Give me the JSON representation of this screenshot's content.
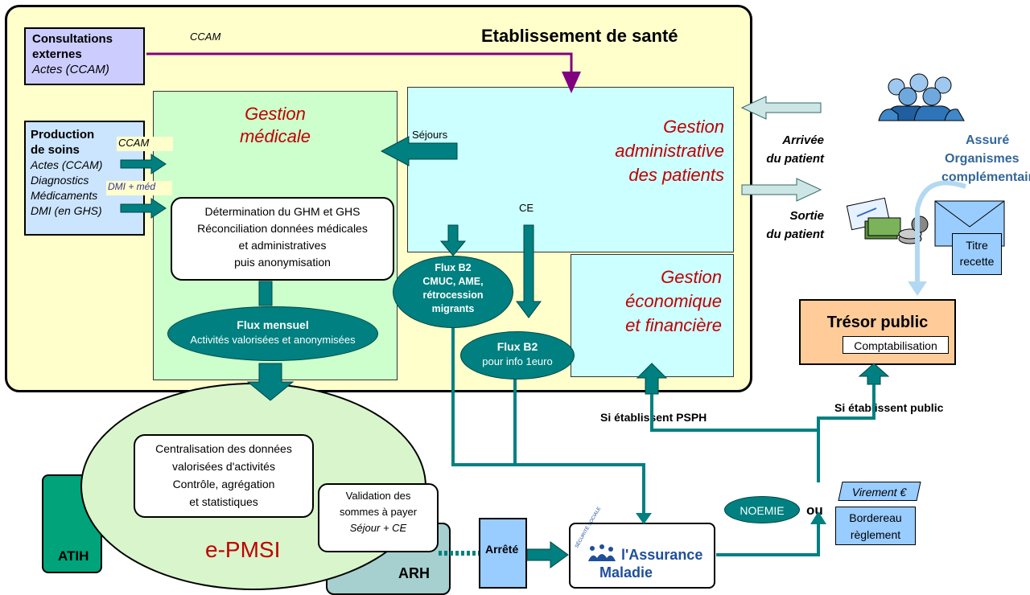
{
  "colors": {
    "establishment_bg": "#ffffcc",
    "medical_bg": "#ccffcc",
    "admin_bg": "#ccffff",
    "extern_bg": "#ccccff",
    "production_bg": "#cce5ff",
    "teal": "#008080",
    "dark_teal": "#006666",
    "title_red": "#c00000",
    "purple": "#800080",
    "tresor_bg": "#ffcc99",
    "atih_bg": "#00a37a",
    "arh_bg": "#a6cfcf",
    "epmsi_bg": "#d9f5cc",
    "paper_bg": "#99ccff",
    "assure_blue": "#336699"
  },
  "establishment": {
    "title": "Etablissement de santé"
  },
  "consultations": {
    "line1": "Consultations",
    "line2": "externes",
    "line3": "Actes (CCAM)",
    "arrow_label": "CCAM"
  },
  "production": {
    "line1": "Production",
    "line2": "de soins",
    "items": [
      "Actes (CCAM)",
      "Diagnostics",
      "Médicaments",
      "DMI (en GHS)"
    ],
    "tag_ccam": "CCAM",
    "tag_dmi": "DMI + méd"
  },
  "gestion_medicale": {
    "title1": "Gestion",
    "title2": "médicale",
    "box_lines": [
      "Détermination du GHM et GHS",
      "Réconciliation données médicales",
      "et administratives",
      "puis anonymisation"
    ]
  },
  "gestion_admin": {
    "title1": "Gestion",
    "title2": "administrative",
    "title3": "des patients",
    "sejours": "Séjours",
    "ce": "CE"
  },
  "gestion_eco": {
    "title1": "Gestion",
    "title2": "économique",
    "title3": "et financière"
  },
  "flux_mensuel": {
    "title": "Flux mensuel",
    "sub": "Activités valorisées et anonymisées"
  },
  "flux_b2_a": {
    "lines": [
      "Flux B2",
      "CMUC, AME,",
      "rétrocession",
      "migrants"
    ]
  },
  "flux_b2_b": {
    "title": "Flux B2",
    "sub": "pour info 1euro"
  },
  "patient": {
    "arrivee1": "Arrivée",
    "arrivee2": "du patient",
    "sortie1": "Sortie",
    "sortie2": "du patient"
  },
  "assure": {
    "line1": "Assuré",
    "line2": "Organismes",
    "line3": "complémentaires"
  },
  "titre_recette": {
    "line1": "Titre",
    "line2": "recette"
  },
  "tresor": {
    "title": "Trésor public",
    "sub": "Comptabilisation"
  },
  "labels": {
    "si_psph": "Si établissent PSPH",
    "si_public": "Si établissent public",
    "ou": "ou",
    "noemie": "NOEMIE",
    "virement": "Virement €",
    "bordereau1": "Bordereau",
    "bordereau2": "règlement",
    "arrete": "Arrêté"
  },
  "epmsi": {
    "title": "e-PMSI",
    "central_lines": [
      "Centralisation des données",
      "valorisées d'activités",
      "Contrôle, agrégation",
      "et statistiques"
    ],
    "valid_lines": [
      "Validation des",
      "sommes à payer",
      "Séjour + CE"
    ]
  },
  "atih": {
    "label": "ATIH"
  },
  "arh": {
    "label": "ARH"
  },
  "assurance": {
    "line1": "l'Assurance",
    "line2": "Maladie",
    "tiny": "SÉCURITÉ SOCIALE"
  }
}
